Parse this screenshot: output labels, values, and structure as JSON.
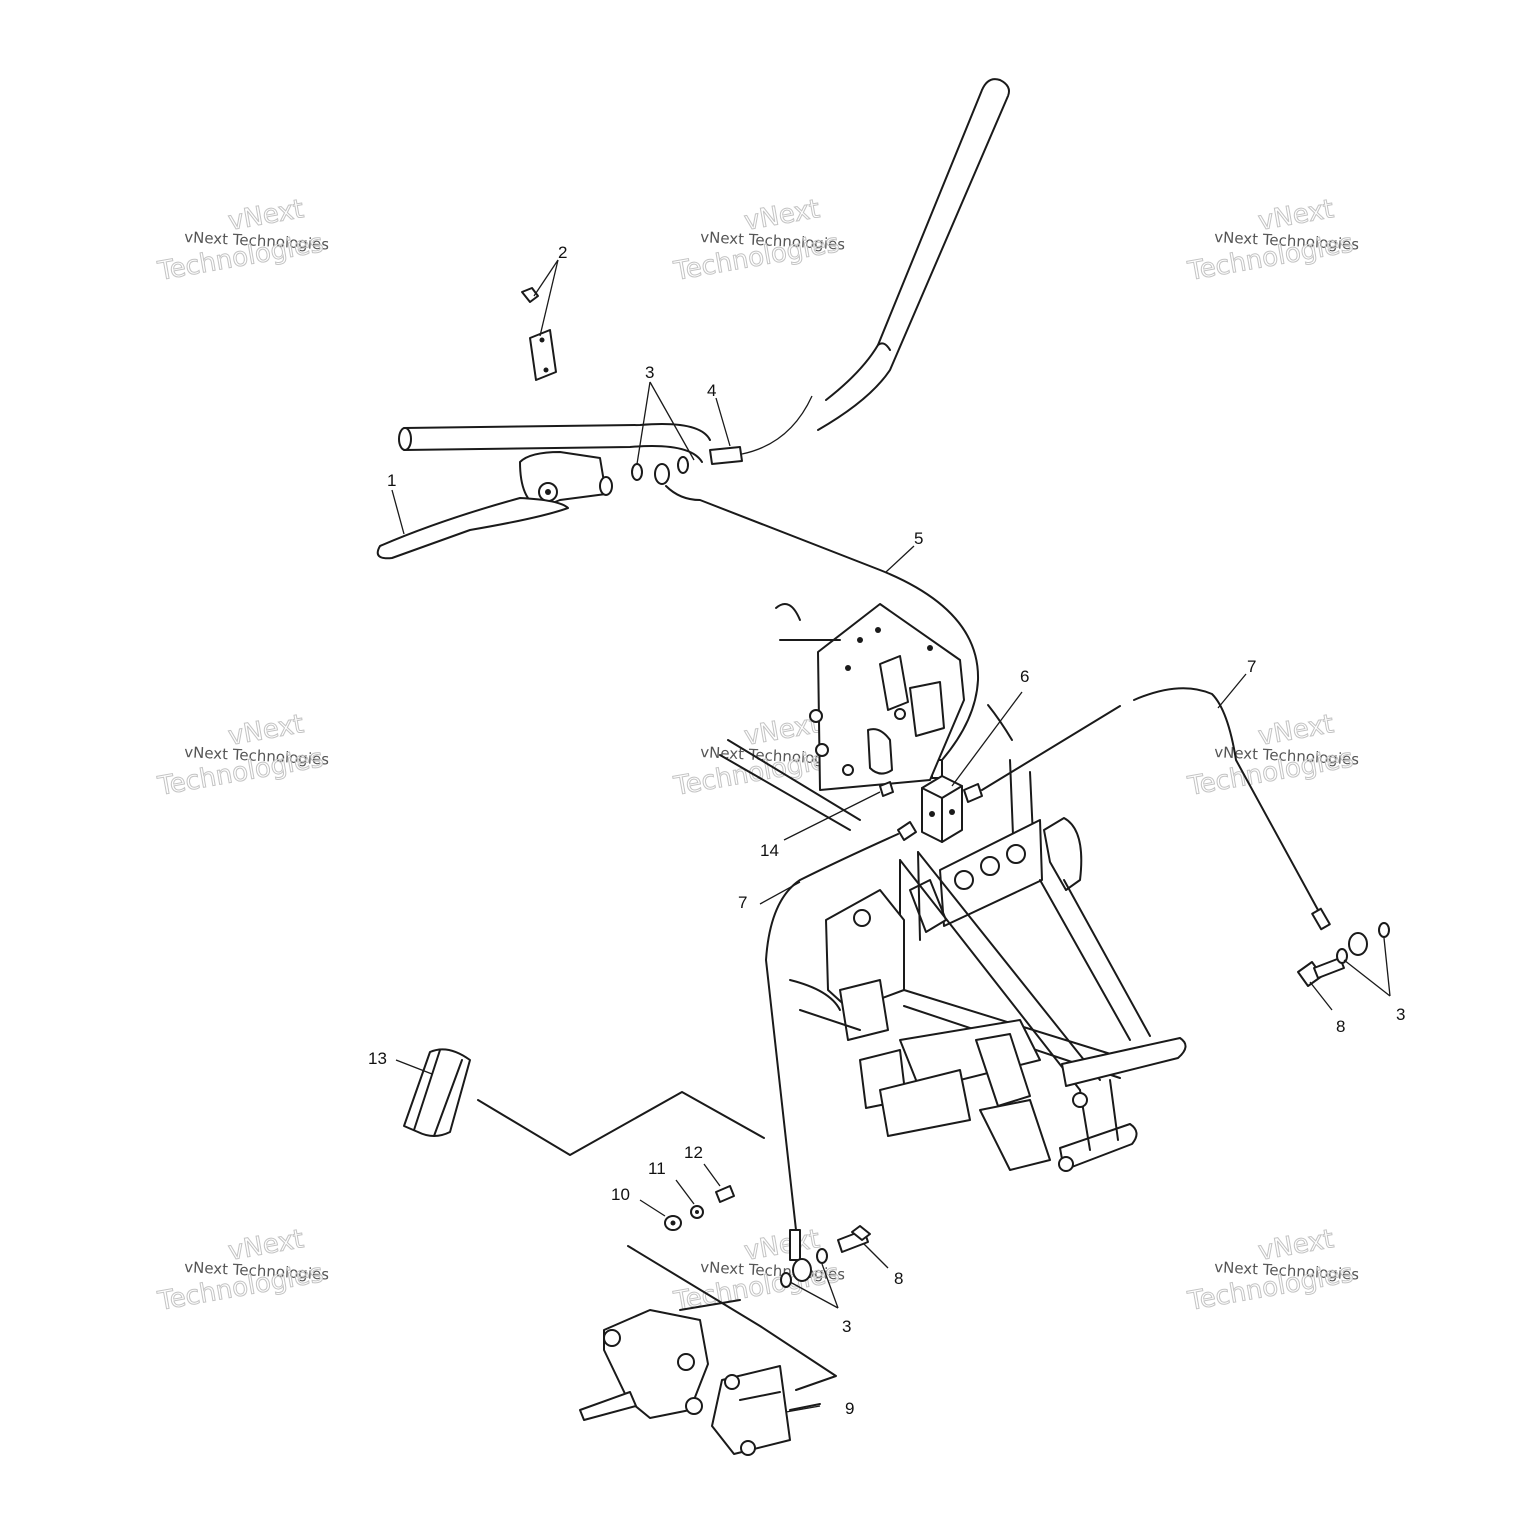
{
  "watermark": {
    "brand_line": "vNext",
    "line_small": "vNext Technologies",
    "line_big": "Technologies"
  },
  "callouts": [
    {
      "id": "c1",
      "text": "1"
    },
    {
      "id": "c2",
      "text": "2"
    },
    {
      "id": "c3a",
      "text": "3"
    },
    {
      "id": "c4",
      "text": "4"
    },
    {
      "id": "c5",
      "text": "5"
    },
    {
      "id": "c6",
      "text": "6"
    },
    {
      "id": "c7a",
      "text": "7"
    },
    {
      "id": "c14",
      "text": "14"
    },
    {
      "id": "c7b",
      "text": "7"
    },
    {
      "id": "c8a",
      "text": "8"
    },
    {
      "id": "c3b",
      "text": "3"
    },
    {
      "id": "c13",
      "text": "13"
    },
    {
      "id": "c12",
      "text": "12"
    },
    {
      "id": "c11",
      "text": "11"
    },
    {
      "id": "c10",
      "text": "10"
    },
    {
      "id": "c8b",
      "text": "8"
    },
    {
      "id": "c3c",
      "text": "3"
    },
    {
      "id": "c9",
      "text": "9"
    }
  ]
}
